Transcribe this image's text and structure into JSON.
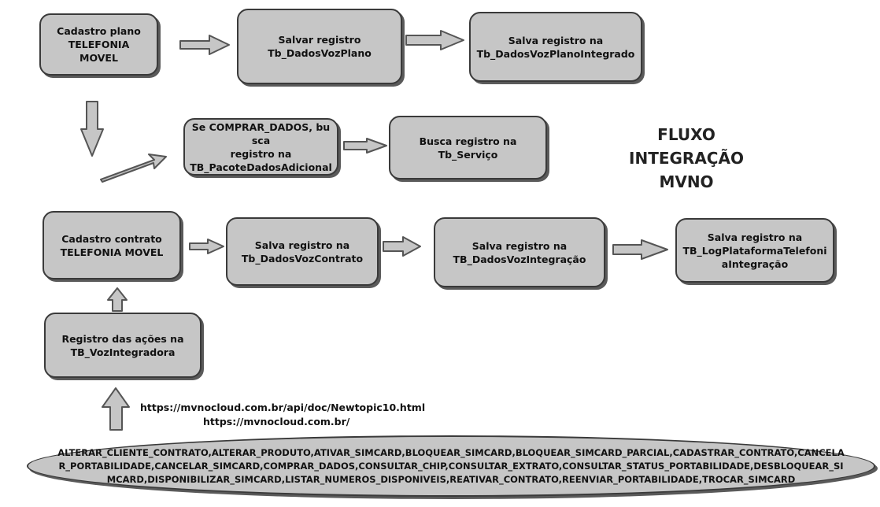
{
  "boxes": {
    "cadastro_plano": "Cadastro plano\nTELEFONIA\nMOVEL",
    "salvar_registro_plano": "Salvar registro\nTb_DadosVozPlano",
    "salva_registro_plano_integrado": "Salva registro na\nTb_DadosVozPlanoIntegrado",
    "comprar_dados": "Se COMPRAR_DADOS, busca\nregistro na\nTB_PacoteDadosAdicional",
    "busca_servico": "Busca registro na\nTb_Serviço",
    "cadastro_contrato": "Cadastro contrato\nTELEFONIA MOVEL",
    "salva_contrato": "Salva registro na\nTb_DadosVozContrato",
    "salva_integracao": "Salva registro na\nTB_DadosVozIntegração",
    "salva_log": "Salva registro na\nTB_LogPlataformaTelefoniaIntegração",
    "registro_acoes": "Registro das ações na\nTB_VozIntegradora"
  },
  "title": "FLUXO INTEGRAÇÃO\nMVNO",
  "links": {
    "doc_url": "https://mvnocloud.com.br/api/doc/Newtopic10.html",
    "site_url": "https://mvnocloud.com.br/"
  },
  "operations": "ALTERAR_CLIENTE_CONTRATO,ALTERAR_PRODUTO,ATIVAR_SIMCARD,BLOQUEAR_SIMCARD,BLOQUEAR_SIMCARD_PARCIAL,CADASTRAR_CONTRATO,CANCELAR_PORTABILIDADE,CANCELAR_SIMCARD,COMPRAR_DADOS,CONSULTAR_CHIP,CONSULTAR_EXTRATO,CONSULTAR_STATUS_PORTABILIDADE,DESBLOQUEAR_SIMCARD,DISPONIBILIZAR_SIMCARD,LISTAR_NUMEROS_DISPONIVEIS,REATIVAR_CONTRATO,REENVIAR_PORTABILIDADE,TROCAR_SIMCARD",
  "colors": {
    "box_fill": "#c6c6c6",
    "box_border": "#3a3a3a",
    "arrow_fill": "#c6c6c6",
    "text": "#111111"
  }
}
